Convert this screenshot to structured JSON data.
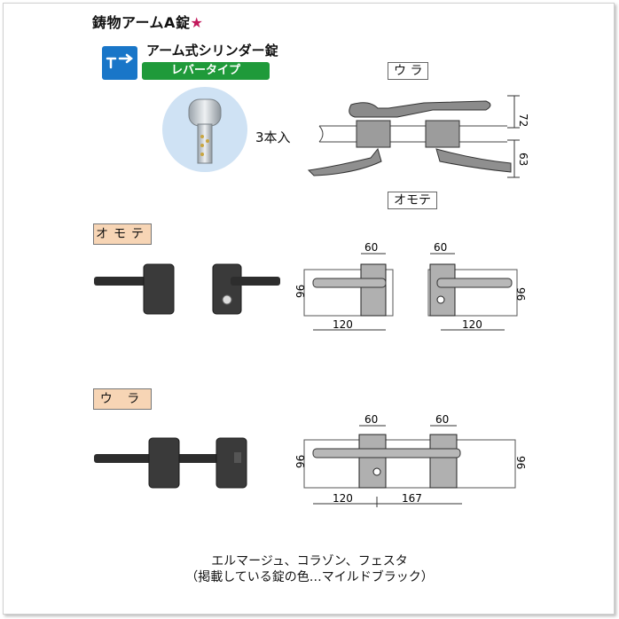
{
  "header": {
    "title": "鋳物アームA錠",
    "title_star": "★",
    "subtitle": "アーム式シリンダー錠",
    "type_badge": "レバータイプ",
    "key_count": "3本入"
  },
  "side_view": {
    "back_label": "ウ ラ",
    "front_label": "オモテ",
    "dim_upper": "72",
    "dim_lower": "63"
  },
  "section_front": {
    "label": "オモテ",
    "dims": {
      "width_left": "60",
      "height_left": "96",
      "length_left": "120",
      "width_right": "60",
      "height_right": "96",
      "length_right": "120"
    }
  },
  "section_back": {
    "label": "ウ ラ",
    "dims": {
      "width_left": "60",
      "width_right": "60",
      "height_left": "96",
      "height_right": "96",
      "length_left": "120",
      "length_right": "167"
    }
  },
  "footer": {
    "line1": "エルマージュ、コラゾン、フェスタ",
    "line2": "（掲載している錠の色…マイルドブラック）"
  },
  "colors": {
    "icon_blue": "#1976c8",
    "badge_green": "#1f9a3a",
    "label_peach": "#f7d5b5",
    "star": "#c2185b"
  }
}
